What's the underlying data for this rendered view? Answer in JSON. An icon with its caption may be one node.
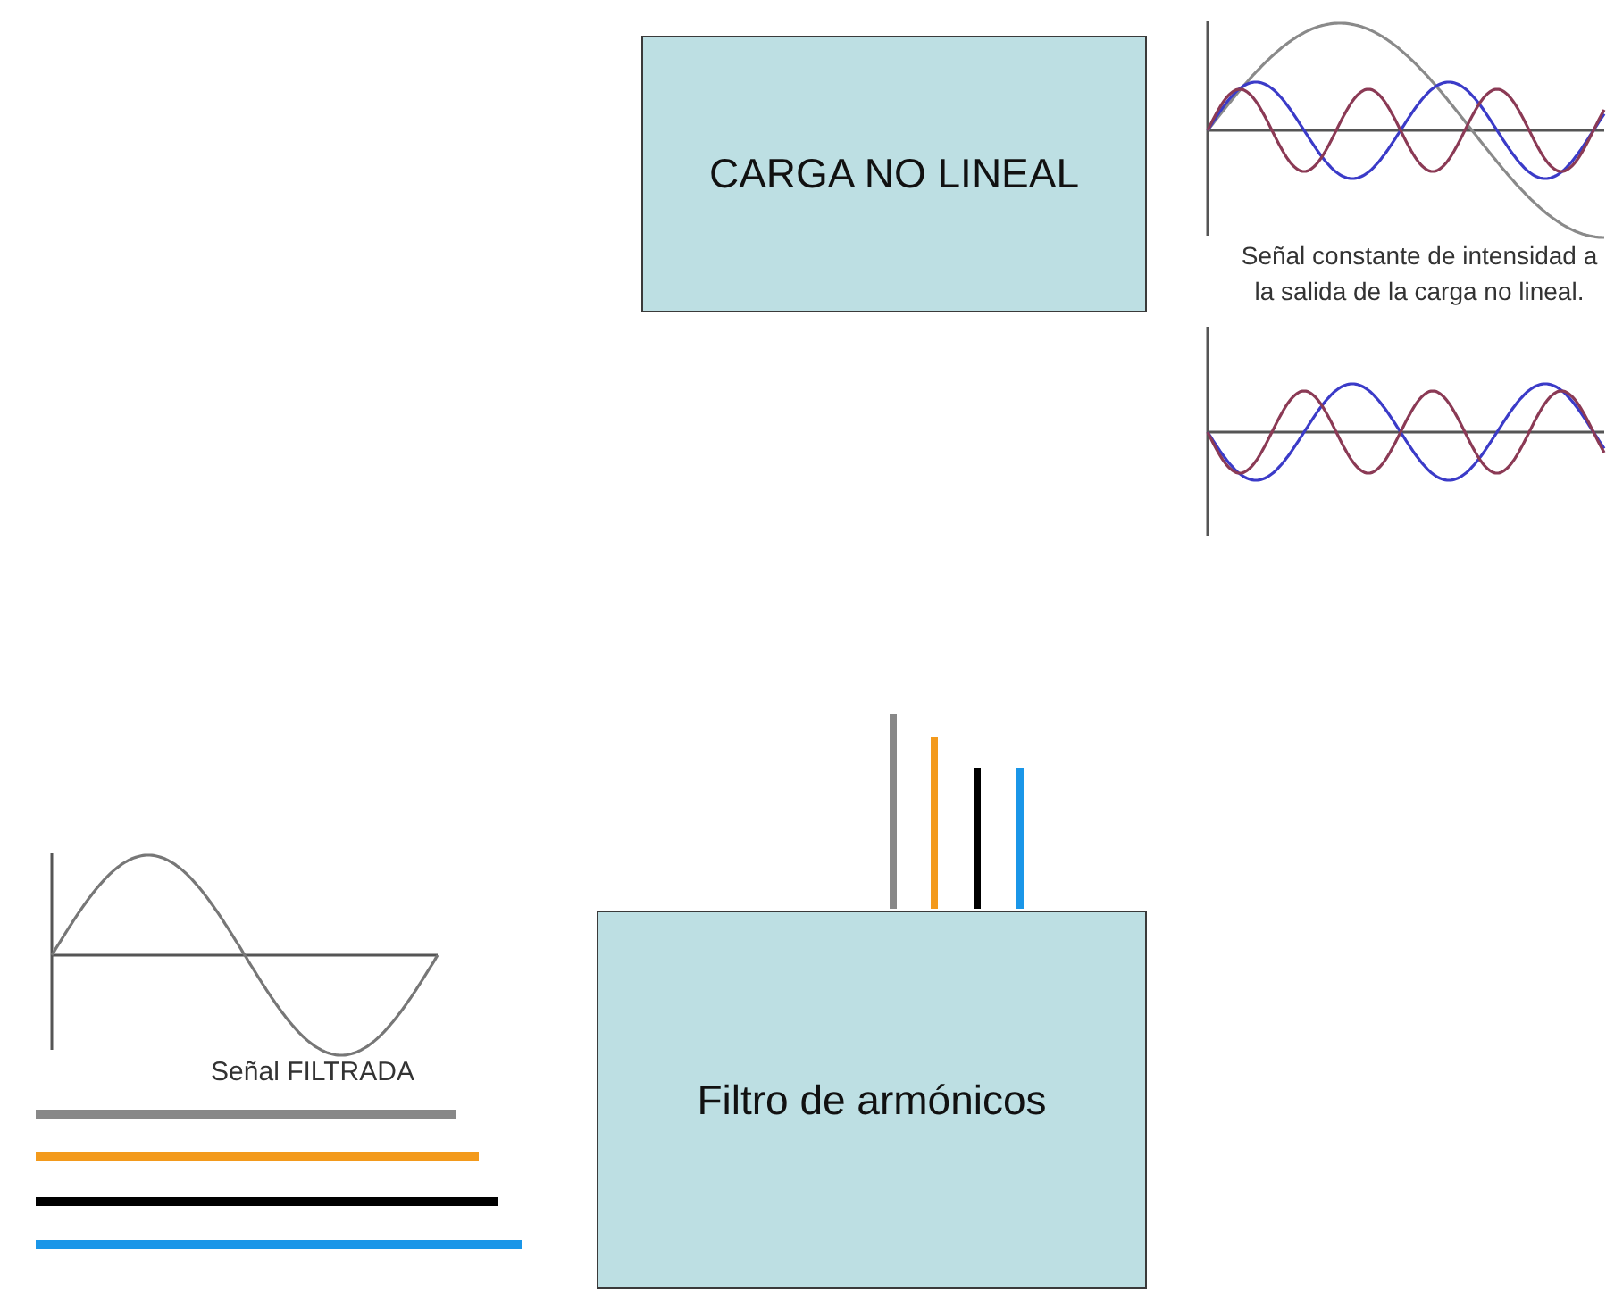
{
  "diagram": {
    "nodes": [
      {
        "text": [
          "CARGA NO LINEAL"
        ]
      },
      {
        "text": [
          "Filtro de armónicos"
        ]
      }
    ],
    "edges": [],
    "labels": [
      "Señal constante de intensidad a la salida de la carga no lineal.",
      "Señal FILTRADA"
    ]
  }
}
